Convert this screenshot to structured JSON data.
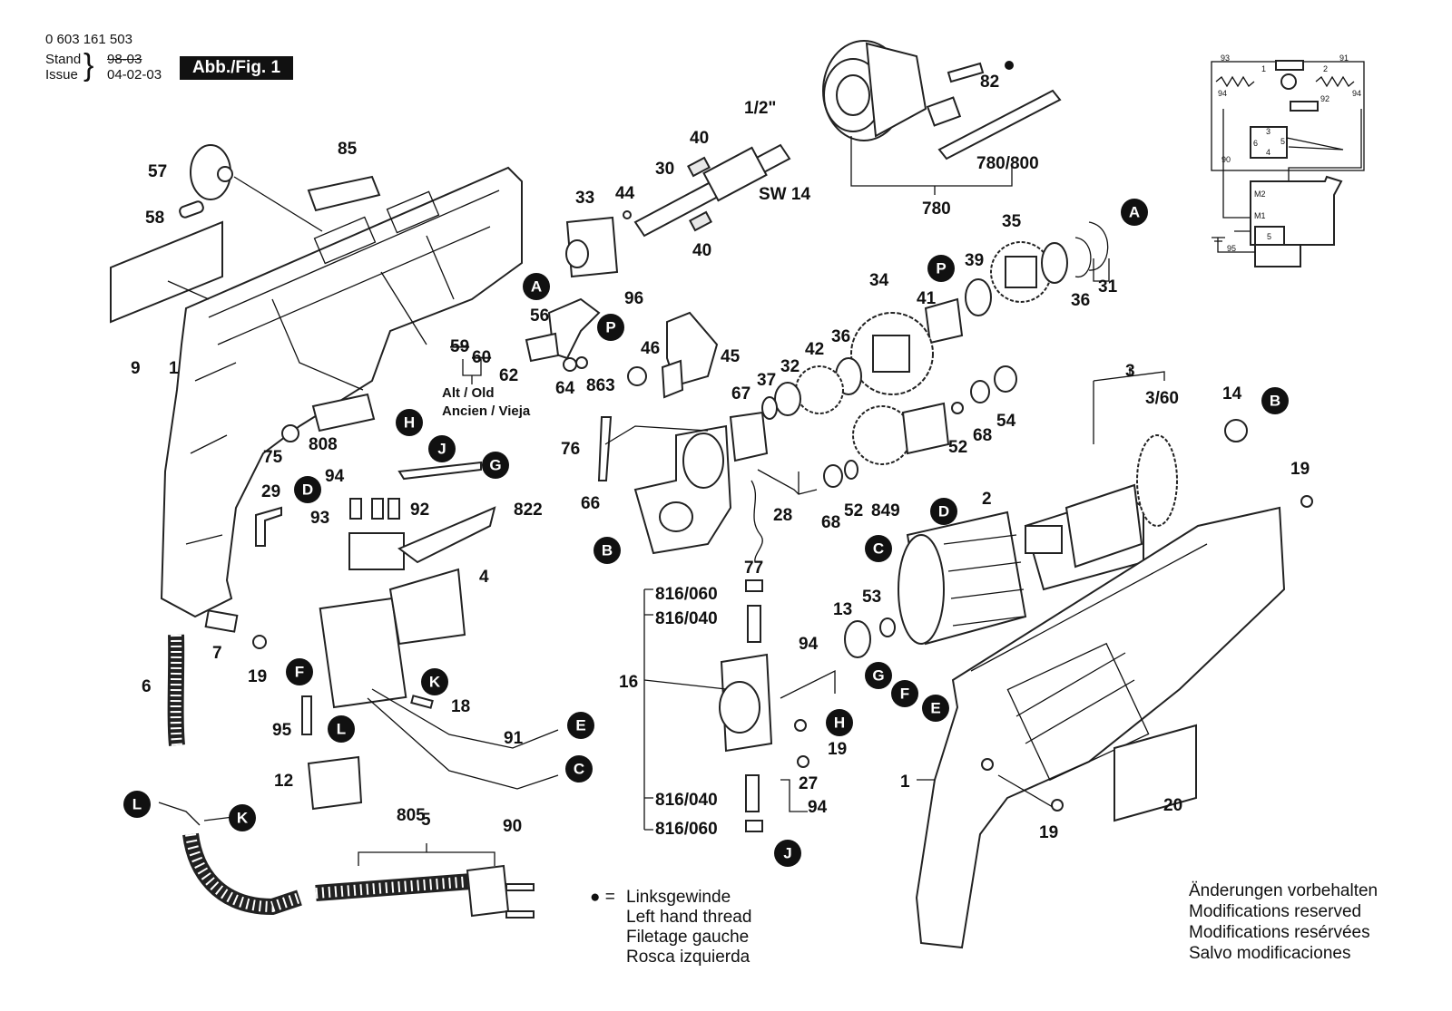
{
  "header": {
    "part_number": "0 603 161 503",
    "stand_label": "Stand",
    "issue_label": "Issue",
    "old_date": "98-03",
    "new_date": "04-02-03",
    "figure_tag": "Abb./Fig. 1"
  },
  "legend": {
    "symbol": "●",
    "eq": "=",
    "lines": [
      "Linksgewinde",
      "Left hand thread",
      "Filetage gauche",
      "Rosca izquierda"
    ]
  },
  "modifications": [
    "Änderungen vorbehalten",
    "Modifications reserved",
    "Modifications resérvées",
    "Salvo modificaciones"
  ],
  "alt_note": [
    "Alt / Old",
    "Ancien / Vieja"
  ],
  "labels": {
    "n1a": "1",
    "n1b": "1",
    "n2": "2",
    "n3": "3",
    "n3_60": "3/60",
    "n4": "4",
    "n5": "5",
    "n6": "6",
    "n7": "7",
    "n9": "9",
    "n12": "12",
    "n13": "13",
    "n14": "14",
    "n16": "16",
    "n18": "18",
    "n19a": "19",
    "n19b": "19",
    "n19c": "19",
    "n19d": "19",
    "n20": "20",
    "n27": "27",
    "n28": "28",
    "n29": "29",
    "n30": "30",
    "n31": "31",
    "n32": "32",
    "n33": "33",
    "n34": "34",
    "n35": "35",
    "n36a": "36",
    "n36b": "36",
    "n37": "37",
    "n39": "39",
    "n40a": "40",
    "n40b": "40",
    "n41": "41",
    "n42": "42",
    "n44": "44",
    "n45": "45",
    "n46": "46",
    "n52a": "52",
    "n52b": "52",
    "n53": "53",
    "n54": "54",
    "n56": "56",
    "n57": "57",
    "n58": "58",
    "n59": "59",
    "n60": "60",
    "n62": "62",
    "n64": "64",
    "n66": "66",
    "n67": "67",
    "n68a": "68",
    "n68b": "68",
    "n75": "75",
    "n76": "76",
    "n77": "77",
    "n82": "82",
    "n85": "85",
    "n90": "90",
    "n91": "91",
    "n92": "92",
    "n93": "93",
    "n94a": "94",
    "n94b": "94",
    "n94c": "94",
    "n95": "95",
    "n96": "96",
    "n780": "780",
    "n780_800": "780/800",
    "n805": "805",
    "n808": "808",
    "n822": "822",
    "n849": "849",
    "n863": "863",
    "half": "1/2\"",
    "sw14": "SW 14",
    "c816_060a": "816/060",
    "c816_040a": "816/040",
    "c816_040b": "816/040",
    "c816_060b": "816/060"
  },
  "markers": {
    "A1": "A",
    "A2": "A",
    "B1": "B",
    "B2": "B",
    "C1": "C",
    "C2": "C",
    "D1": "D",
    "D2": "D",
    "E1": "E",
    "E2": "E",
    "F1": "F",
    "F2": "F",
    "G1": "G",
    "G2": "G",
    "H1": "H",
    "H2": "H",
    "J1": "J",
    "J2": "J",
    "K1": "K",
    "K2": "K",
    "L1": "L",
    "L2": "L",
    "P1": "P",
    "P2": "P"
  },
  "schematic": {
    "labels": [
      "93",
      "91",
      "1",
      "2",
      "94",
      "92",
      "94",
      "3",
      "6",
      "5",
      "4",
      "90",
      "M2",
      "M1",
      "5",
      "95"
    ]
  }
}
